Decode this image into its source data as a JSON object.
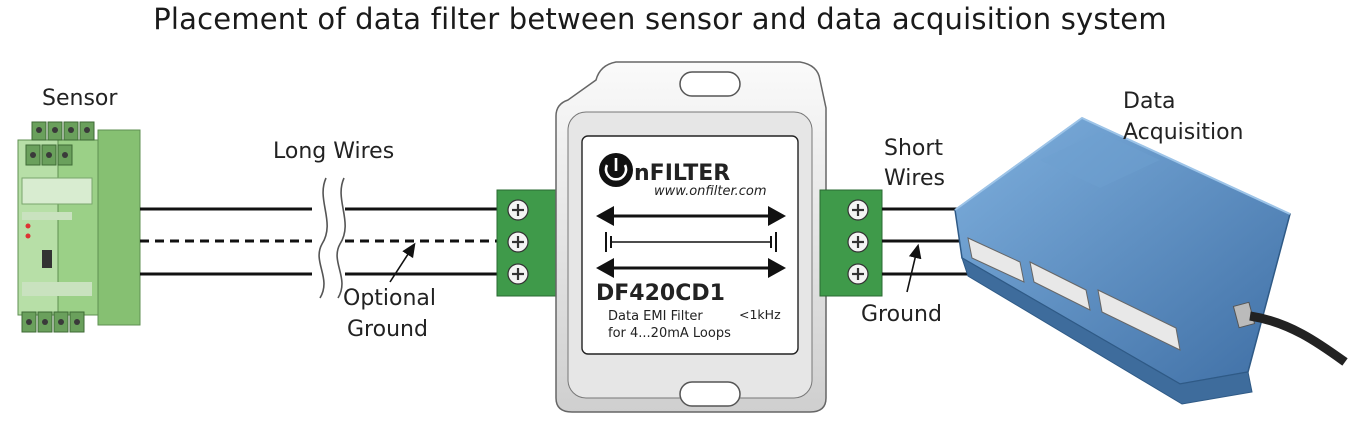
{
  "title": "Placement of data filter between sensor and data acquisition system",
  "labels": {
    "sensor": "Sensor",
    "long_wires": "Long Wires",
    "optional": "Optional",
    "ground_left": "Ground",
    "short": "Short",
    "wires": "Wires",
    "ground_right": "Ground",
    "data": "Data",
    "acquisition": "Acquisition"
  },
  "filter": {
    "brand": "nFILTER",
    "url": "www.onfilter.com",
    "model": "DF420CD1",
    "freq": "<1kHz",
    "desc1": "Data EMI Filter",
    "desc2": "for 4...20mA Loops"
  },
  "colors": {
    "sensor_green": "#8cc97a",
    "terminal_green": "#3f9a4a",
    "daq_blue": "#5b8ec4",
    "filter_gray": "#d9d9d9"
  }
}
